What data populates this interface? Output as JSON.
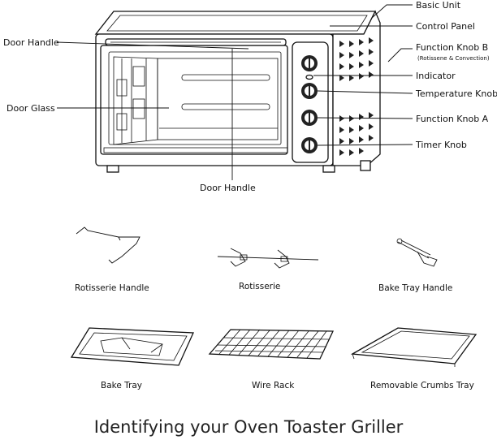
{
  "oven_labels": {
    "basic_unit": "Basic Unit",
    "control_panel": "Control Panel",
    "function_knob_b": "Function Knob B",
    "function_knob_b_note": "(Rotissene & Convection)",
    "indicator": "Indicator",
    "temperature_knob": "Temperature Knob",
    "function_knob_a": "Function Knob A",
    "timer_knob": "Timer Knob",
    "door_handle_left": "Door Handle",
    "door_glass": "Door Glass",
    "door_handle_bottom": "Door Handle"
  },
  "accessories": [
    {
      "caption": "Rotisserie Handle",
      "icon": "rotisserie-handle-icon"
    },
    {
      "caption": "Rotisserie",
      "icon": "rotisserie-spit-icon"
    },
    {
      "caption": "Bake Tray Handle",
      "icon": "bake-tray-handle-icon"
    },
    {
      "caption": "Bake Tray",
      "icon": "bake-tray-icon"
    },
    {
      "caption": "Wire Rack",
      "icon": "wire-rack-icon"
    },
    {
      "caption": "Removable Crumbs Tray",
      "icon": "crumbs-tray-icon"
    }
  ],
  "title": "Identifying your Oven Toaster Griller"
}
